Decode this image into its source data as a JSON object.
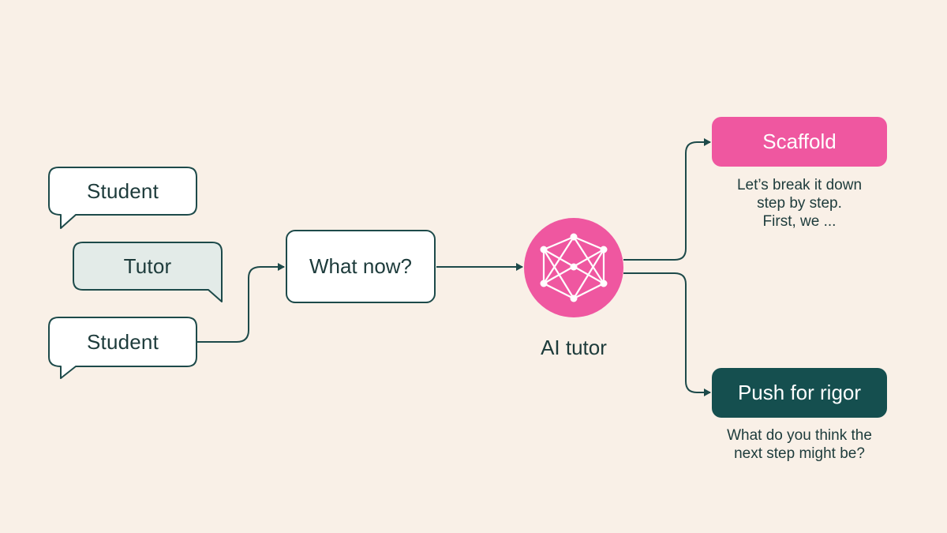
{
  "conversation": {
    "bubbles": [
      {
        "label": "Student"
      },
      {
        "label": "Tutor"
      },
      {
        "label": "Student"
      }
    ]
  },
  "query_box": {
    "label": "What now?"
  },
  "ai_tutor": {
    "label": "AI tutor",
    "icon": "neural-network-icon"
  },
  "options": {
    "scaffold": {
      "label": "Scaffold",
      "caption_lines": [
        "Let’s break it down",
        "step by step.",
        "First, we ..."
      ]
    },
    "rigor": {
      "label": "Push for rigor",
      "caption_lines": [
        "What do you think the",
        "next step might be?"
      ]
    }
  },
  "colors": {
    "background": "#f9f0e7",
    "accent_pink": "#ef57a0",
    "accent_teal": "#154f4f",
    "stroke": "#1d4a4a",
    "tutor_bubble_fill": "#e3ebe8"
  }
}
